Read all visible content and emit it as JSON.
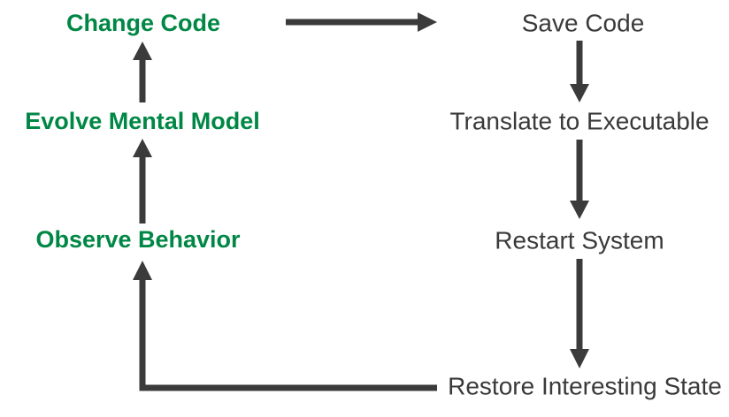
{
  "diagram": {
    "background": "#FFFFFF",
    "colors": {
      "left_column_text": "#008745",
      "right_column_text": "#3A3A3A",
      "arrow": "#3B3B3B"
    },
    "nodes": {
      "change_code": {
        "label": "Change Code"
      },
      "evolve_mental_model": {
        "label": "Evolve Mental Model"
      },
      "observe_behavior": {
        "label": "Observe Behavior"
      },
      "save_code": {
        "label": "Save Code"
      },
      "translate_to_executable": {
        "label": "Translate to Executable"
      },
      "restart_system": {
        "label": "Restart System"
      },
      "restore_interesting_state": {
        "label": "Restore Interesting State"
      }
    },
    "edges": [
      {
        "from": "change_code",
        "to": "save_code"
      },
      {
        "from": "save_code",
        "to": "translate_to_executable"
      },
      {
        "from": "translate_to_executable",
        "to": "restart_system"
      },
      {
        "from": "restart_system",
        "to": "restore_interesting_state"
      },
      {
        "from": "restore_interesting_state",
        "to": "observe_behavior"
      },
      {
        "from": "observe_behavior",
        "to": "evolve_mental_model"
      },
      {
        "from": "evolve_mental_model",
        "to": "change_code"
      }
    ]
  }
}
